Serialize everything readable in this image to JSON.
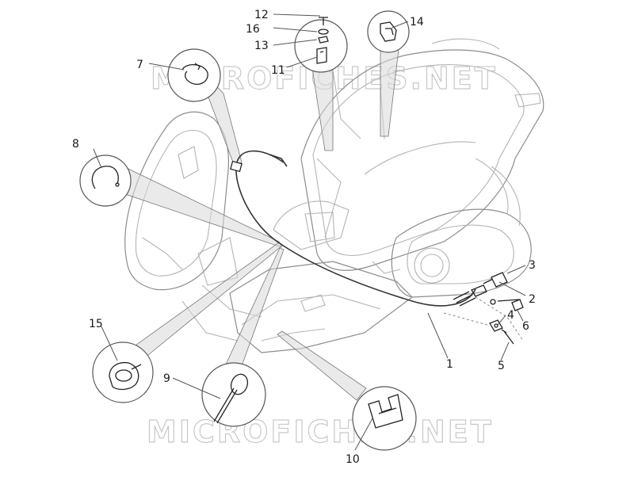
{
  "watermark": {
    "top": "MICROFICHES.NET",
    "bottom": "MICROFICHES.NET"
  },
  "part_labels": {
    "p1": "1",
    "p2": "2",
    "p3": "3",
    "p4": "4",
    "p5": "5",
    "p6": "6",
    "p7": "7",
    "p8": "8",
    "p9": "9",
    "p10": "10",
    "p11": "11",
    "p12": "12",
    "p13": "13",
    "p14": "14",
    "p15": "15",
    "p16": "16"
  }
}
